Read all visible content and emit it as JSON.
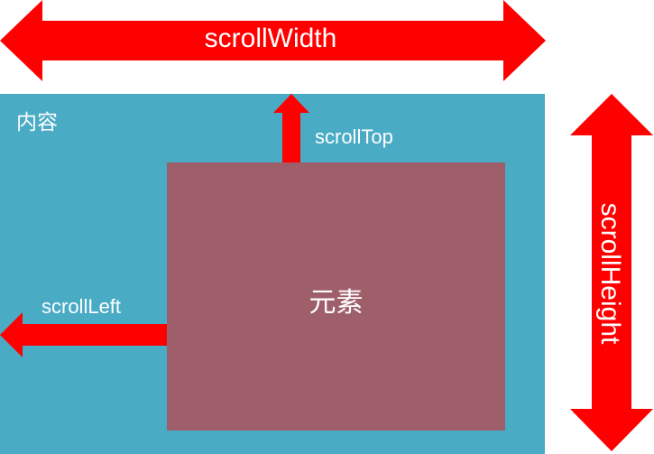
{
  "labels": {
    "scroll_width": "scrollWidth",
    "scroll_height": "scrollHeight",
    "scroll_top": "scrollTop",
    "scroll_left": "scrollLeft",
    "content": "内容",
    "element": "元素"
  },
  "colors": {
    "arrow": "#ff0000",
    "content_bg": "#4aabc5",
    "element_bg": "#9e5f6b",
    "text": "#ffffff"
  }
}
